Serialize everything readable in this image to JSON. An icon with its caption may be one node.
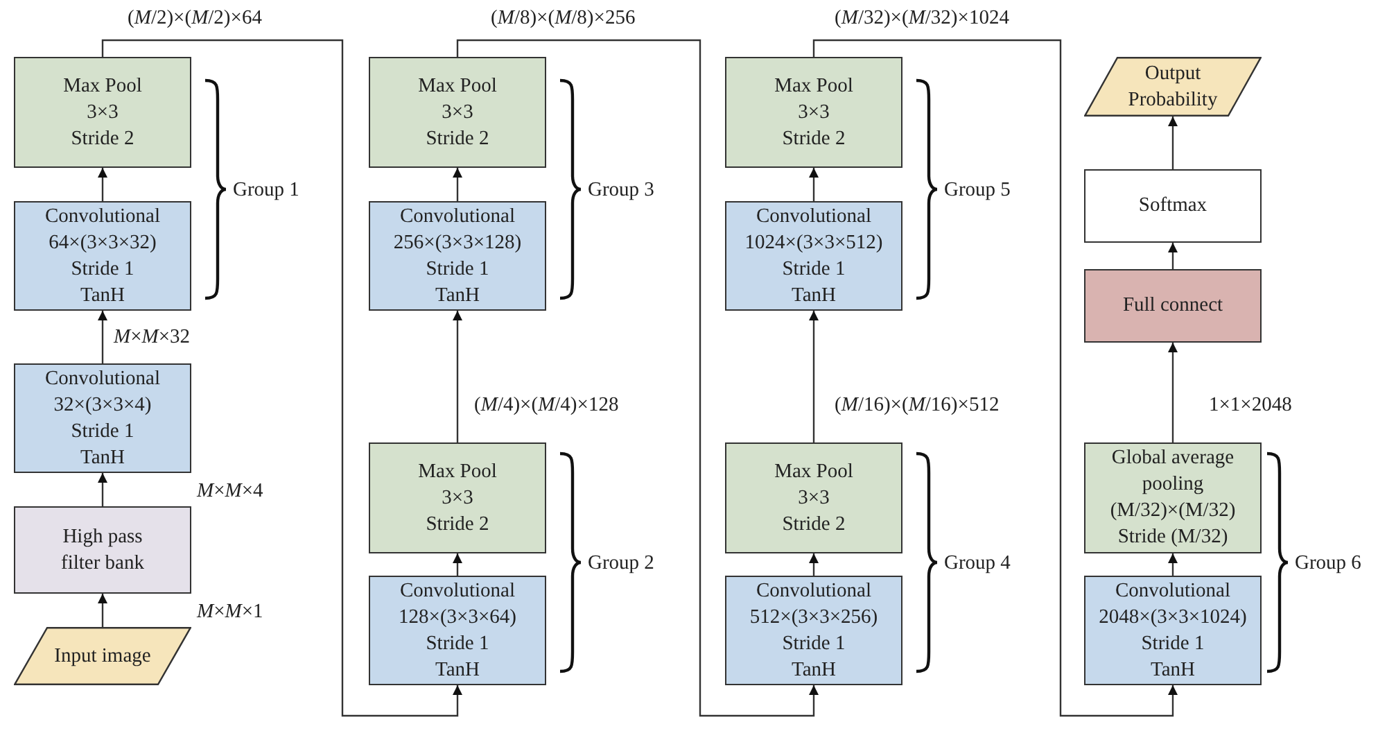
{
  "diagram": {
    "nodes": [
      {
        "text": [
          "Input image"
        ]
      },
      {
        "text": [
          "High pass filter bank"
        ]
      },
      {
        "text": [
          "Convolutional",
          "32×(3×3×4)",
          "Stride 1",
          "TanH"
        ]
      },
      {
        "text": [
          "Convolutional",
          "64×(3×3×32)",
          "Stride 1",
          "TanH"
        ]
      },
      {
        "text": [
          "Max Pool",
          "3×3",
          "Stride 2"
        ]
      },
      {
        "text": [
          "Convolutional",
          "128×(3×3×64)",
          "Stride 1",
          "TanH"
        ]
      },
      {
        "text": [
          "Max Pool",
          "3×3",
          "Stride 2"
        ]
      },
      {
        "text": [
          "Convolutional",
          "256×(3×3×128)",
          "Stride 1",
          "TanH"
        ]
      },
      {
        "text": [
          "Max Pool",
          "3×3",
          "Stride 2"
        ]
      },
      {
        "text": [
          "Convolutional",
          "512×(3×3×256)",
          "Stride 1",
          "TanH"
        ]
      },
      {
        "text": [
          "Max Pool",
          "3×3",
          "Stride 2"
        ]
      },
      {
        "text": [
          "Convolutional",
          "1024×(3×3×512)",
          "Stride 1",
          "TanH"
        ]
      },
      {
        "text": [
          "Max Pool",
          "3×3",
          "Stride 2"
        ]
      },
      {
        "text": [
          "Convolutional",
          "2048×(3×3×1024)",
          "Stride 1",
          "TanH"
        ]
      },
      {
        "text": [
          "Global average pooling",
          "(M/32)×(M/32)",
          "Stride (M/32)"
        ]
      },
      {
        "text": [
          "Full connect"
        ]
      },
      {
        "text": [
          "Softmax"
        ]
      },
      {
        "text": [
          "Output Probability"
        ]
      }
    ],
    "edges": [
      {
        "from": 0,
        "to": 1,
        "arrow": "to",
        "label": "*M*×*M*×1"
      },
      {
        "from": 1,
        "to": 2,
        "arrow": "to",
        "label": "*M*×*M*×4"
      },
      {
        "from": 2,
        "to": 3,
        "arrow": "to",
        "label": "*M*×*M*×32"
      },
      {
        "from": 3,
        "to": 4,
        "arrow": "to"
      },
      {
        "from": 4,
        "to": 5,
        "arrow": "to",
        "label": "(*M*/2)×(*M*/2)×64"
      },
      {
        "from": 5,
        "to": 6,
        "arrow": "to"
      },
      {
        "from": 6,
        "to": 7,
        "arrow": "to",
        "label": "(*M*/4)×(*M*/4)×128"
      },
      {
        "from": 7,
        "to": 8,
        "arrow": "to"
      },
      {
        "from": 8,
        "to": 9,
        "arrow": "to",
        "label": "(*M*/8)×(*M*/8)×256"
      },
      {
        "from": 9,
        "to": 10,
        "arrow": "to"
      },
      {
        "from": 10,
        "to": 11,
        "arrow": "to",
        "label": "(*M*/16)×(*M*/16)×512"
      },
      {
        "from": 11,
        "to": 12,
        "arrow": "to"
      },
      {
        "from": 12,
        "to": 13,
        "arrow": "to",
        "label": "(*M*/32)×(*M*/32)×1024"
      },
      {
        "from": 13,
        "to": 14,
        "arrow": "to"
      },
      {
        "from": 14,
        "to": 15,
        "arrow": "to",
        "label": "1×1×2048"
      },
      {
        "from": 15,
        "to": 16,
        "arrow": "to"
      },
      {
        "from": 16,
        "to": 17,
        "arrow": "to"
      }
    ],
    "labels": [
      "Group 1",
      "Group 3",
      "Group 5",
      "Group 2",
      "Group 4",
      "Group 6"
    ]
  }
}
